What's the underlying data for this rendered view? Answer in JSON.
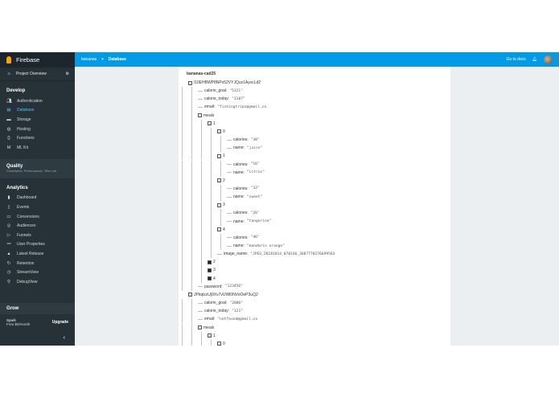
{
  "sidebar": {
    "brand": "Firebase",
    "project_overview": "Project Overview",
    "develop": {
      "title": "Develop",
      "items": [
        {
          "label": "Authentication",
          "icon": "people-icon"
        },
        {
          "label": "Database",
          "icon": "database-icon",
          "active": true
        },
        {
          "label": "Storage",
          "icon": "folder-icon"
        },
        {
          "label": "Hosting",
          "icon": "globe-icon"
        },
        {
          "label": "Functions",
          "icon": "functions-icon"
        },
        {
          "label": "ML Kit",
          "icon": "ml-kit-icon"
        }
      ]
    },
    "quality": {
      "title": "Quality",
      "subtitle": "Crashlytics, Performance, Test Lab"
    },
    "analytics": {
      "title": "Analytics",
      "items": [
        {
          "label": "Dashboard"
        },
        {
          "label": "Events"
        },
        {
          "label": "Conversions"
        },
        {
          "label": "Audiences"
        },
        {
          "label": "Funnels"
        },
        {
          "label": "User Properties"
        },
        {
          "label": "Latest Release"
        },
        {
          "label": "Retention"
        },
        {
          "label": "StreamView"
        },
        {
          "label": "DebugView"
        }
      ]
    },
    "grow": {
      "title": "Grow"
    },
    "plan": {
      "name": "Spark",
      "price": "Free $0/month",
      "upgrade": "Upgrade"
    }
  },
  "topbar": {
    "project": "bananas",
    "page": "Database",
    "docs": "Go to docs"
  },
  "tree": {
    "root": "bananas-cad25",
    "rows": [
      {
        "l": 0,
        "t": "e",
        "k": "l10EHBWP8NPx52VYJQux1AyvcLd2"
      },
      {
        "l": 1,
        "t": "l",
        "k": "calorie_goal:",
        "v": "\"5321\""
      },
      {
        "l": 1,
        "t": "l",
        "k": "calorie_today:",
        "v": "\"3107\""
      },
      {
        "l": 1,
        "t": "l",
        "k": "email:",
        "v": "\"fishingtrips@gmail.co"
      },
      {
        "l": 1,
        "t": "e",
        "k": "meals"
      },
      {
        "l": 2,
        "t": "e",
        "k": "1"
      },
      {
        "l": 3,
        "t": "e",
        "k": "0"
      },
      {
        "l": 4,
        "t": "l",
        "k": "calories:",
        "v": "\"30\""
      },
      {
        "l": 4,
        "t": "l",
        "k": "name:",
        "v": "\"juice\""
      },
      {
        "l": 3,
        "t": "e",
        "k": "1"
      },
      {
        "l": 4,
        "t": "l",
        "k": "calories:",
        "v": "\"16\""
      },
      {
        "l": 4,
        "t": "l",
        "k": "name:",
        "v": "\"citrus\""
      },
      {
        "l": 3,
        "t": "e",
        "k": "2"
      },
      {
        "l": 4,
        "t": "l",
        "k": "calories:",
        "v": "\"32\""
      },
      {
        "l": 4,
        "t": "l",
        "k": "name:",
        "v": "\"sweet\""
      },
      {
        "l": 3,
        "t": "e",
        "k": "3"
      },
      {
        "l": 4,
        "t": "l",
        "k": "calories:",
        "v": "\"26\""
      },
      {
        "l": 4,
        "t": "l",
        "k": "name:",
        "v": "\"tangerine\""
      },
      {
        "l": 3,
        "t": "e",
        "k": "4"
      },
      {
        "l": 4,
        "t": "l",
        "k": "calories:",
        "v": "\"46\""
      },
      {
        "l": 4,
        "t": "l",
        "k": "name:",
        "v": "\"mandarin orange\""
      },
      {
        "l": 3,
        "t": "l",
        "k": "image_name:",
        "v": "\"JPEG_20181014_070146_3687770276699583"
      },
      {
        "l": 2,
        "t": "c",
        "k": "2"
      },
      {
        "l": 2,
        "t": "c",
        "k": "3"
      },
      {
        "l": 2,
        "t": "c",
        "k": "4"
      },
      {
        "l": 1,
        "t": "l",
        "k": "password:",
        "v": "\"123456\""
      },
      {
        "l": 0,
        "t": "e",
        "k": "JPkqlzzUj9Xv7vUWl0NVoOeP3uQ2"
      },
      {
        "l": 1,
        "t": "l",
        "k": "calorie_goal:",
        "v": "\"2000\""
      },
      {
        "l": 1,
        "t": "l",
        "k": "calorie_today:",
        "v": "\"121\""
      },
      {
        "l": 1,
        "t": "l",
        "k": "email:",
        "v": "\"notfound@gmail.co"
      },
      {
        "l": 1,
        "t": "e",
        "k": "meals"
      },
      {
        "l": 2,
        "t": "e",
        "k": "1"
      },
      {
        "l": 3,
        "t": "e",
        "k": "0"
      }
    ]
  }
}
